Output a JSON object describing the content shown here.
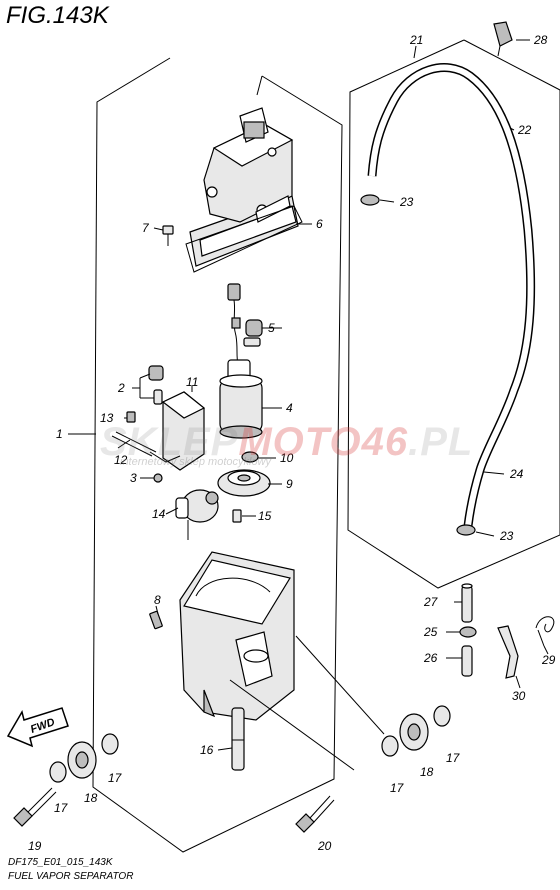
{
  "figure": {
    "title": "FIG.143K"
  },
  "footer": {
    "code": "DF175_E01_015_143K",
    "caption": "FUEL VAPOR SEPARATOR"
  },
  "watermark": {
    "main": "SKLEP",
    "accent": "MOTO46",
    "suffix": ".PL",
    "tagline": "internetowy sklep motocyklowy"
  },
  "fwd_label": "FWD",
  "callouts": [
    {
      "id": "c1",
      "label": "1"
    },
    {
      "id": "c2",
      "label": "2"
    },
    {
      "id": "c3",
      "label": "3"
    },
    {
      "id": "c4",
      "label": "4"
    },
    {
      "id": "c5",
      "label": "5"
    },
    {
      "id": "c6",
      "label": "6"
    },
    {
      "id": "c7",
      "label": "7"
    },
    {
      "id": "c8",
      "label": "8"
    },
    {
      "id": "c9",
      "label": "9"
    },
    {
      "id": "c10",
      "label": "10"
    },
    {
      "id": "c11",
      "label": "11"
    },
    {
      "id": "c12",
      "label": "12"
    },
    {
      "id": "c13",
      "label": "13"
    },
    {
      "id": "c14",
      "label": "14"
    },
    {
      "id": "c15",
      "label": "15"
    },
    {
      "id": "c16",
      "label": "16"
    },
    {
      "id": "c17a",
      "label": "17"
    },
    {
      "id": "c17b",
      "label": "17"
    },
    {
      "id": "c17c",
      "label": "17"
    },
    {
      "id": "c17d",
      "label": "17"
    },
    {
      "id": "c18a",
      "label": "18"
    },
    {
      "id": "c18b",
      "label": "18"
    },
    {
      "id": "c19",
      "label": "19"
    },
    {
      "id": "c20",
      "label": "20"
    },
    {
      "id": "c21",
      "label": "21"
    },
    {
      "id": "c22",
      "label": "22"
    },
    {
      "id": "c23a",
      "label": "23"
    },
    {
      "id": "c23b",
      "label": "23"
    },
    {
      "id": "c24",
      "label": "24"
    },
    {
      "id": "c25",
      "label": "25"
    },
    {
      "id": "c26",
      "label": "26"
    },
    {
      "id": "c27",
      "label": "27"
    },
    {
      "id": "c28",
      "label": "28"
    },
    {
      "id": "c29",
      "label": "29"
    },
    {
      "id": "c30",
      "label": "30"
    }
  ]
}
